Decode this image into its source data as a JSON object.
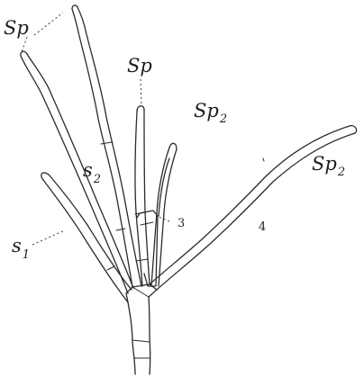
{
  "labels": {
    "sp_top_left": "Sp",
    "sp_middle": "Sp",
    "sp2_upper": {
      "base": "Sp",
      "sub": "2"
    },
    "sp2_right": {
      "base": "Sp",
      "sub": "2"
    },
    "s2": {
      "base": "s",
      "sub": "2"
    },
    "s1": {
      "base": "s",
      "sub": "1"
    },
    "num_3": "3",
    "num_4": "4"
  }
}
